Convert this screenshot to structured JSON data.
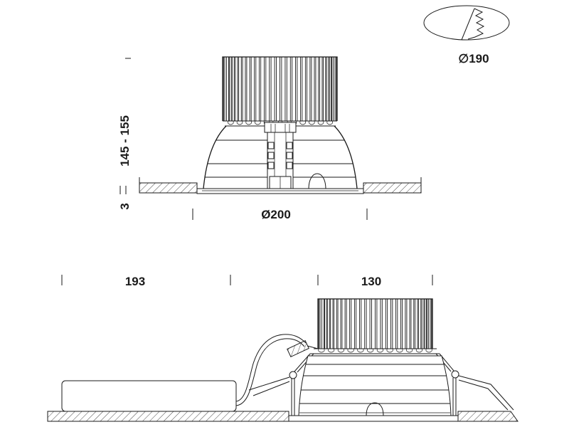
{
  "colors": {
    "line": "#1a1a1a",
    "background": "#ffffff"
  },
  "cutout_detail": {
    "diameter_label": "∅190"
  },
  "front_view": {
    "height_label": "145 - 155",
    "flange_thickness_label": "3",
    "diameter_label": "Ø200"
  },
  "side_view": {
    "driver_length_label": "193",
    "fixture_width_label": "130"
  }
}
